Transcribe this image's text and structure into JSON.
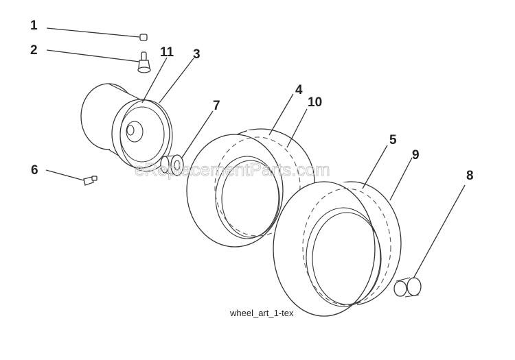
{
  "callouts": {
    "c1": "1",
    "c2": "2",
    "c3": "3",
    "c4": "4",
    "c5": "5",
    "c6": "6",
    "c7": "7",
    "c8": "8",
    "c9": "9",
    "c10": "10",
    "c11": "11"
  },
  "caption": "wheel_art_1-tex",
  "watermark": "eReplacementParts.com",
  "parts": [
    {
      "callout": "1",
      "depicts": "valve-cap"
    },
    {
      "callout": "2",
      "depicts": "valve-stem"
    },
    {
      "callout": "3",
      "depicts": "rim-flange"
    },
    {
      "callout": "4",
      "depicts": "front-tire"
    },
    {
      "callout": "5",
      "depicts": "rear-tire"
    },
    {
      "callout": "6",
      "depicts": "grease-fitting"
    },
    {
      "callout": "7",
      "depicts": "bearing-bushing"
    },
    {
      "callout": "8",
      "depicts": "bushing"
    },
    {
      "callout": "9",
      "depicts": "inner-tube"
    },
    {
      "callout": "10",
      "depicts": "tube"
    },
    {
      "callout": "11",
      "depicts": "wheel-rim"
    }
  ],
  "colors": {
    "line": "#333333",
    "background": "#ffffff",
    "watermark": "#c8c8c8"
  }
}
